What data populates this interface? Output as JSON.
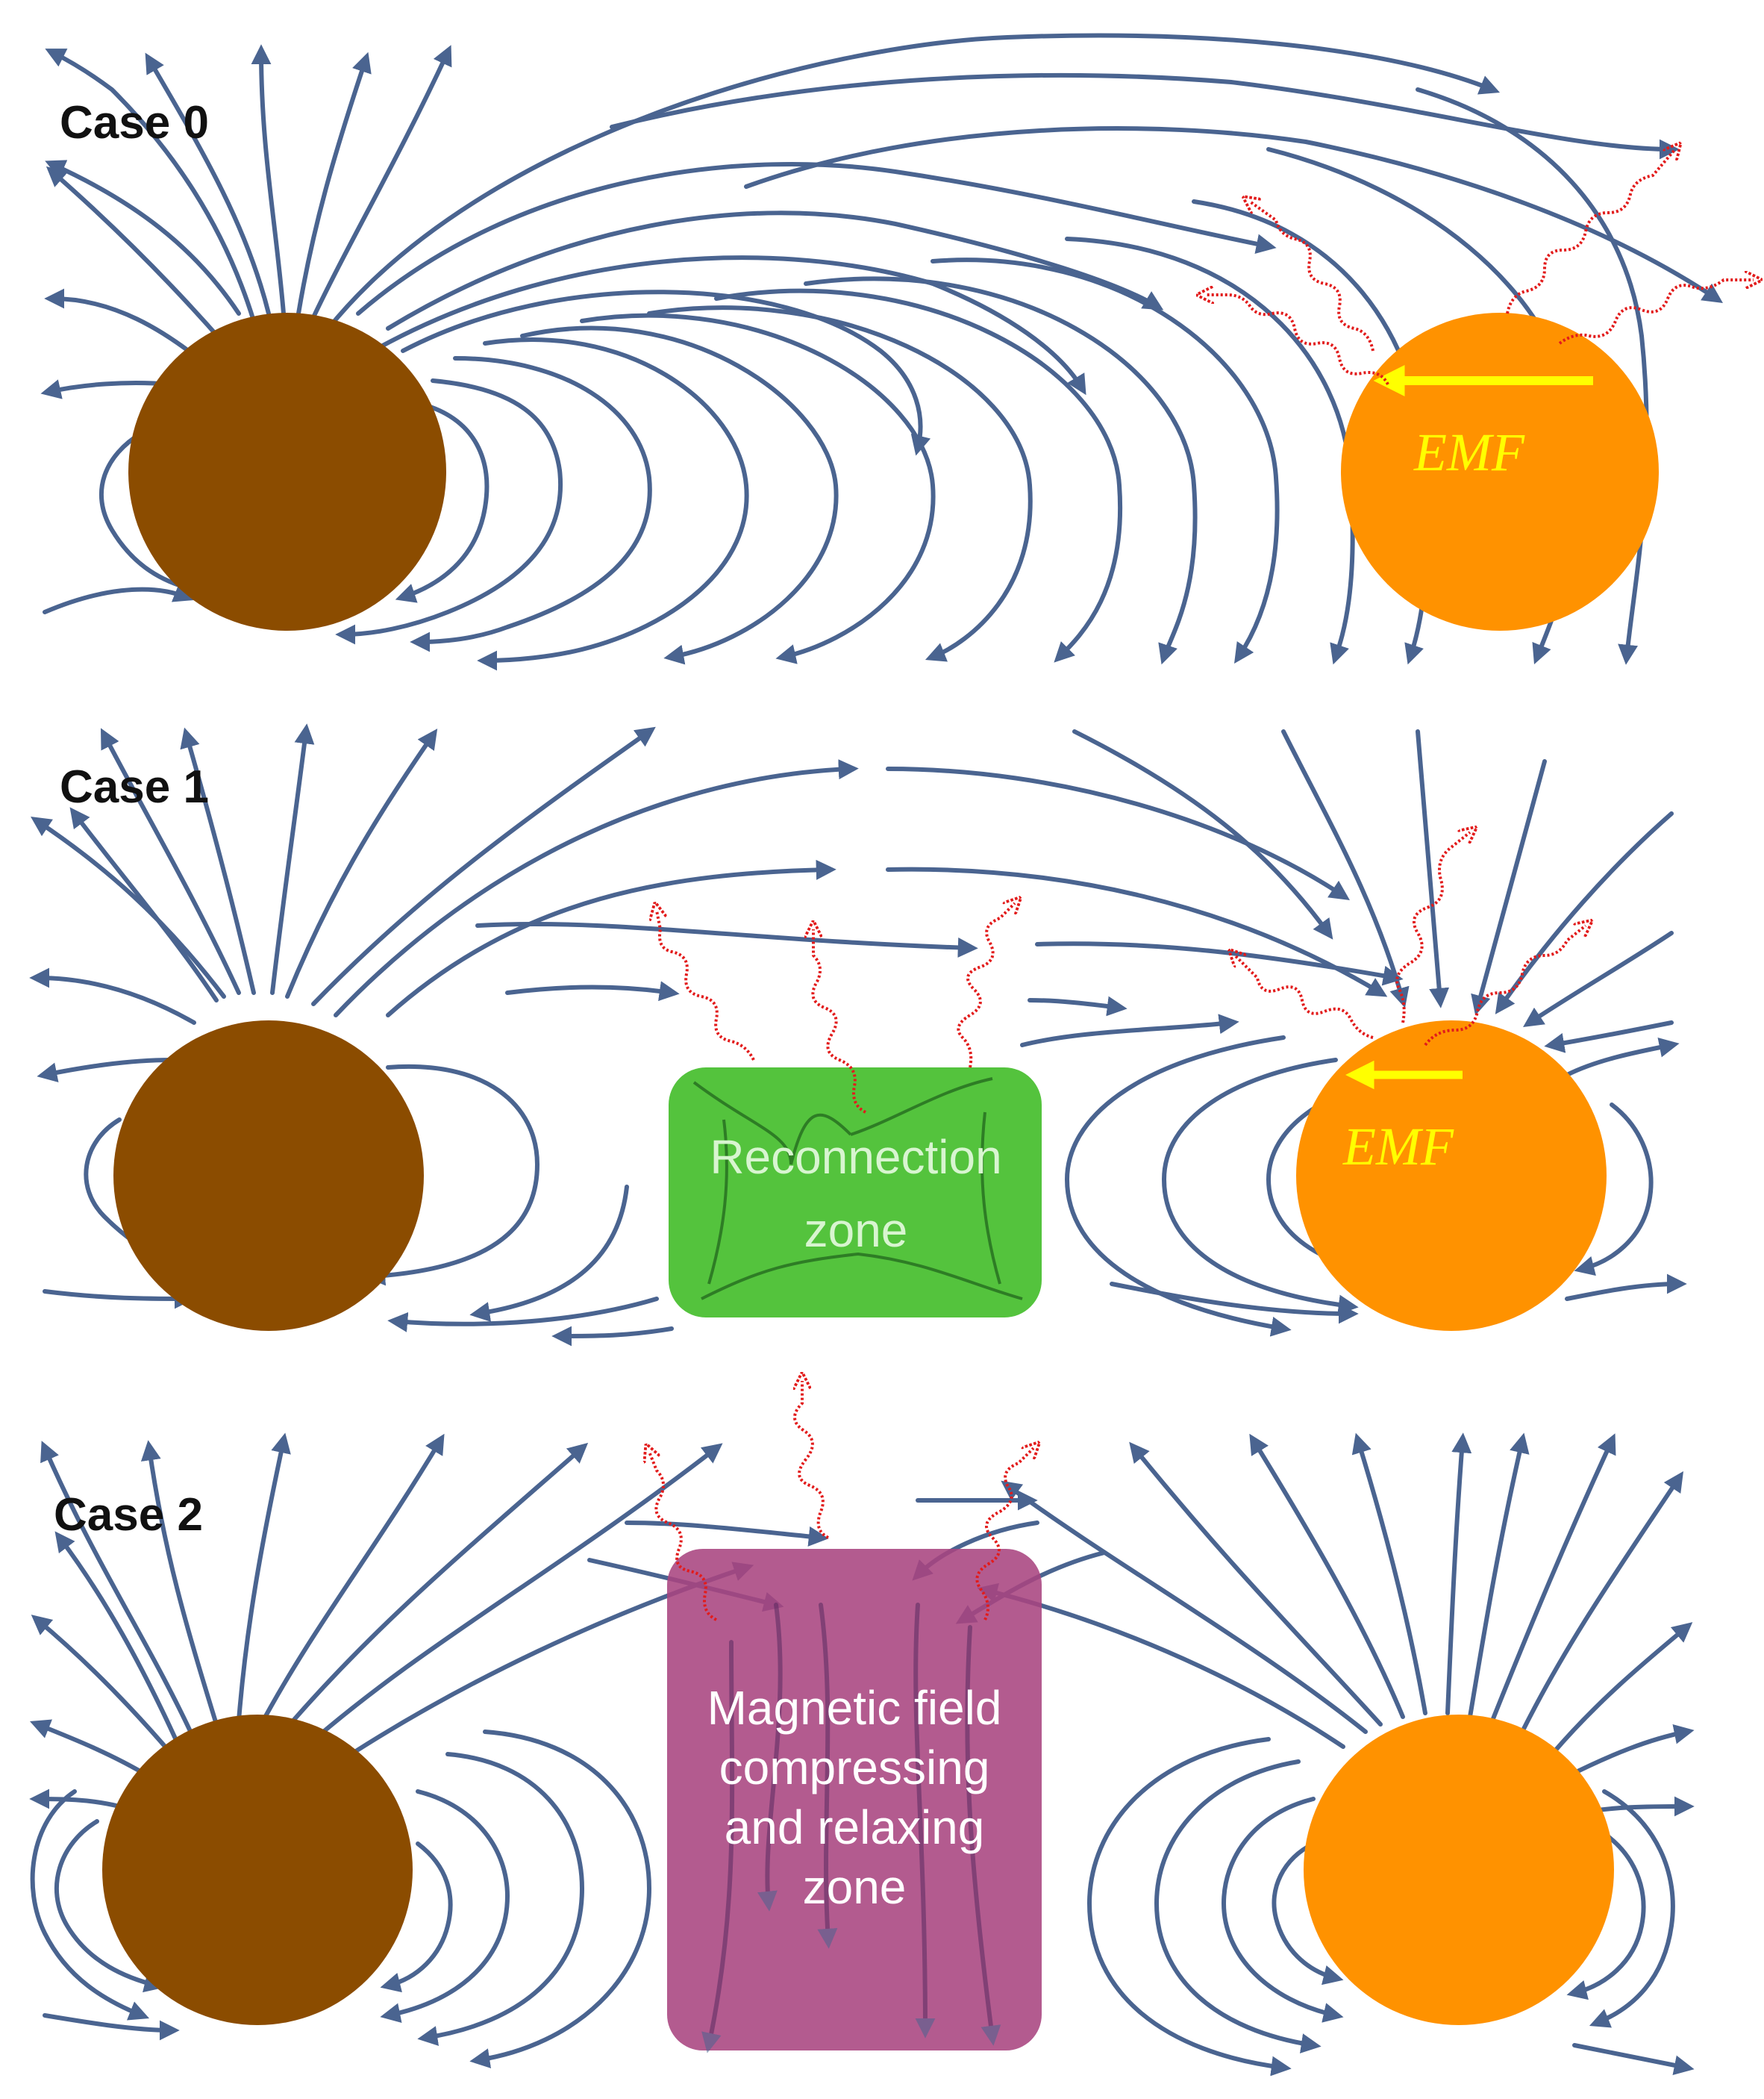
{
  "panels": [
    {
      "id": "case0",
      "label": "Case 0",
      "emf_label": "EMF"
    },
    {
      "id": "case1",
      "label": "Case 1",
      "emf_label": "EMF",
      "zone_line1": "Reconnection",
      "zone_line2": "zone"
    },
    {
      "id": "case2",
      "label": "Case 2",
      "zone_line1": "Magnetic field",
      "zone_line2": "compressing",
      "zone_line3": "and relaxing",
      "zone_line4": "zone"
    }
  ],
  "colors": {
    "field_lines": "#4a6490",
    "brown_body": "#8b4c00",
    "orange_body": "#ff9200",
    "emf_arrow": "#ffff00",
    "emission": "#e21b1b",
    "reconnection_zone": "#45be2d",
    "compression_zone": "#a8447f"
  }
}
